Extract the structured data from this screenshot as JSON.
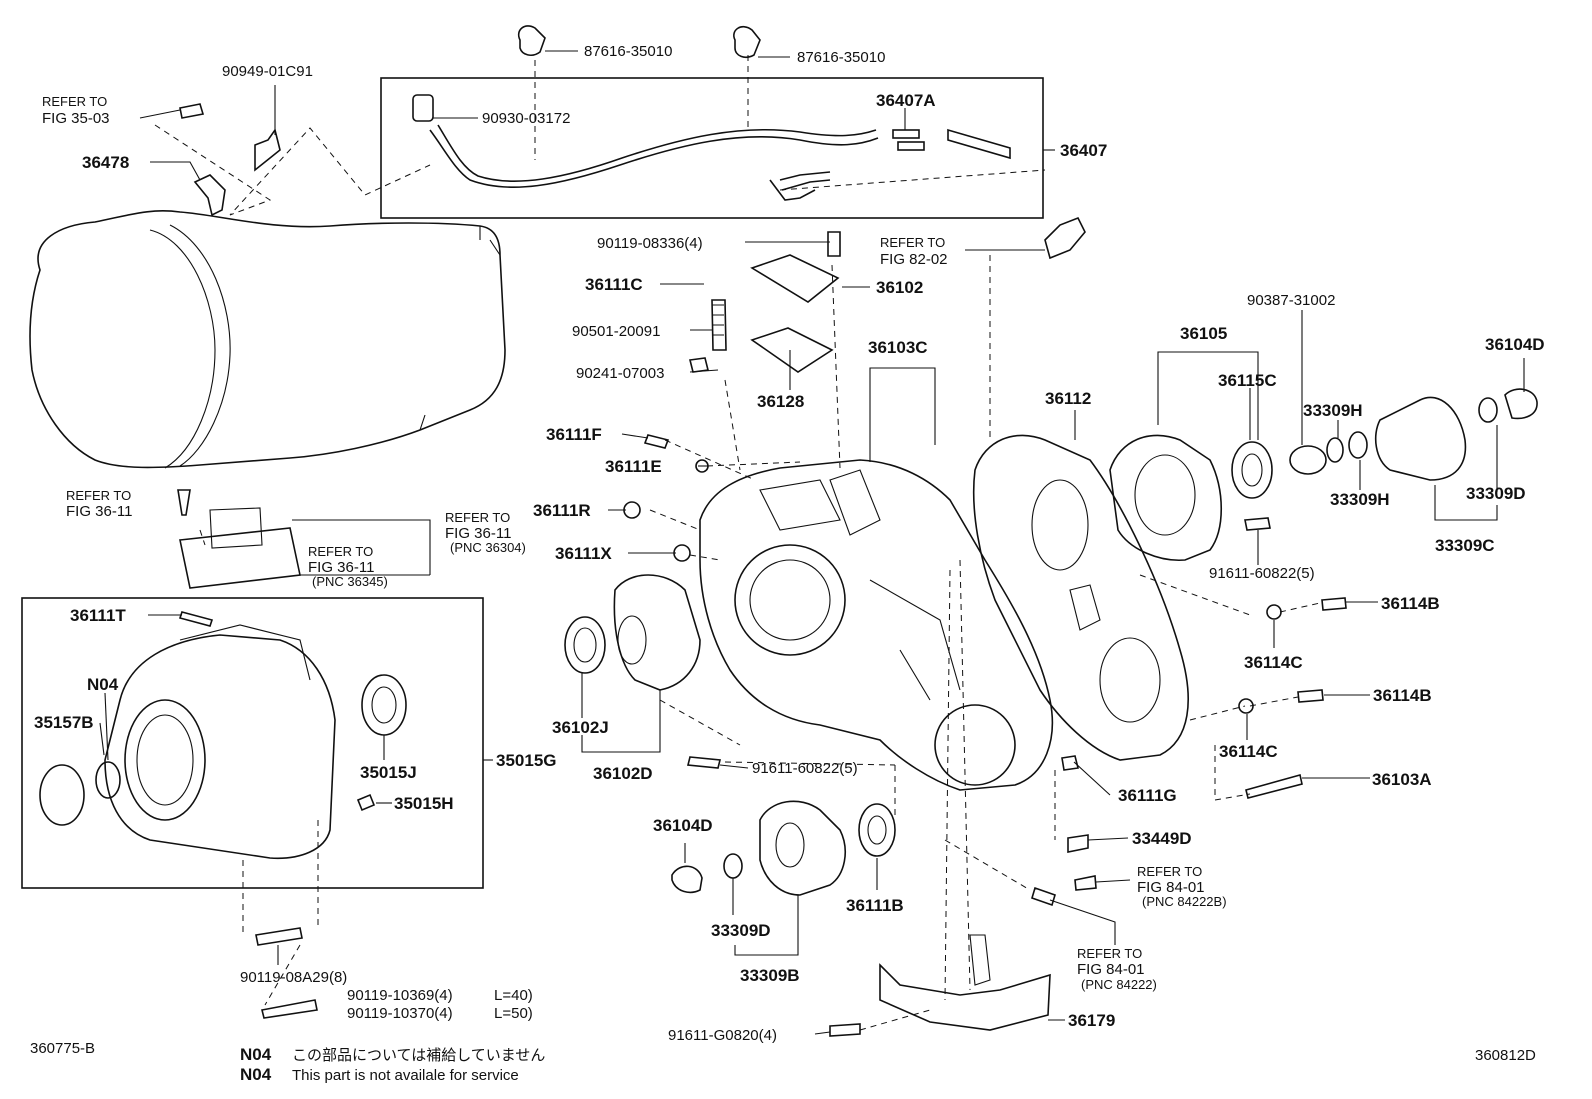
{
  "labels": {
    "p87616_a": "87616-35010",
    "p87616_b": "87616-35010",
    "p90949": "90949-01C91",
    "refer_35_03_a": "REFER TO",
    "refer_35_03_b": "FIG 35-03",
    "p36478": "36478",
    "p90930": "90930-03172",
    "p36407A": "36407A",
    "p36407": "36407",
    "p90119_08336": "90119-08336(4)",
    "refer_82_02_a": "REFER TO",
    "refer_82_02_b": "FIG 82-02",
    "p36111C": "36111C",
    "p36102": "36102",
    "p90501": "90501-20091",
    "p90241": "90241-07003",
    "p36128": "36128",
    "p36103C": "36103C",
    "p36111F": "36111F",
    "p36111E": "36111E",
    "p36111R": "36111R",
    "p36111X": "36111X",
    "p36112": "36112",
    "p36105": "36105",
    "p36115C": "36115C",
    "p90387": "90387-31002",
    "p33309H_a": "33309H",
    "p33309H_b": "33309H",
    "p36104D_a": "36104D",
    "p33309D_a": "33309D",
    "p33309C": "33309C",
    "p91611_60822_a": "91611-60822(5)",
    "p36114B_a": "36114B",
    "p36114C_a": "36114C",
    "p36114B_b": "36114B",
    "p36114C_b": "36114C",
    "p36103A": "36103A",
    "refer_36_11_a1": "REFER TO",
    "refer_36_11_a2": "FIG 36-11",
    "refer_36_11_b1": "REFER TO",
    "refer_36_11_b2": "FIG 36-11",
    "refer_36_11_b3": "(PNC 36304)",
    "refer_36_11_c1": "REFER TO",
    "refer_36_11_c2": "FIG 36-11",
    "refer_36_11_c3": "(PNC 36345)",
    "p36111T": "36111T",
    "pN04": "N04",
    "p35157B": "35157B",
    "p35015J": "35015J",
    "p35015G": "35015G",
    "p35015H": "35015H",
    "p36102J": "36102J",
    "p36102D": "36102D",
    "p91611_60822_b": "91611-60822(5)",
    "p36111G": "36111G",
    "p33449D": "33449D",
    "refer_84_01_a1": "REFER TO",
    "refer_84_01_a2": "FIG 84-01",
    "refer_84_01_a3": "(PNC 84222B)",
    "refer_84_01_b1": "REFER TO",
    "refer_84_01_b2": "FIG 84-01",
    "refer_84_01_b3": "(PNC 84222)",
    "p36104D_b": "36104D",
    "p33309D_b": "33309D",
    "p33309B": "33309B",
    "p36111B": "36111B",
    "p36179": "36179",
    "p91611_G0820": "91611-G0820(4)",
    "p90119_08A29": "90119-08A29(8)",
    "p90119_10369": "90119-10369(4)",
    "p90119_10369_len": "L=40)",
    "p90119_10370": "90119-10370(4)",
    "p90119_10370_len": "L=50)",
    "code_left": "360775-B",
    "code_right": "360812D",
    "note_jp_code": "N04",
    "note_jp_text": "この部品については補給していません",
    "note_en_code": "N04",
    "note_en_text": "This part is not availale for service"
  }
}
